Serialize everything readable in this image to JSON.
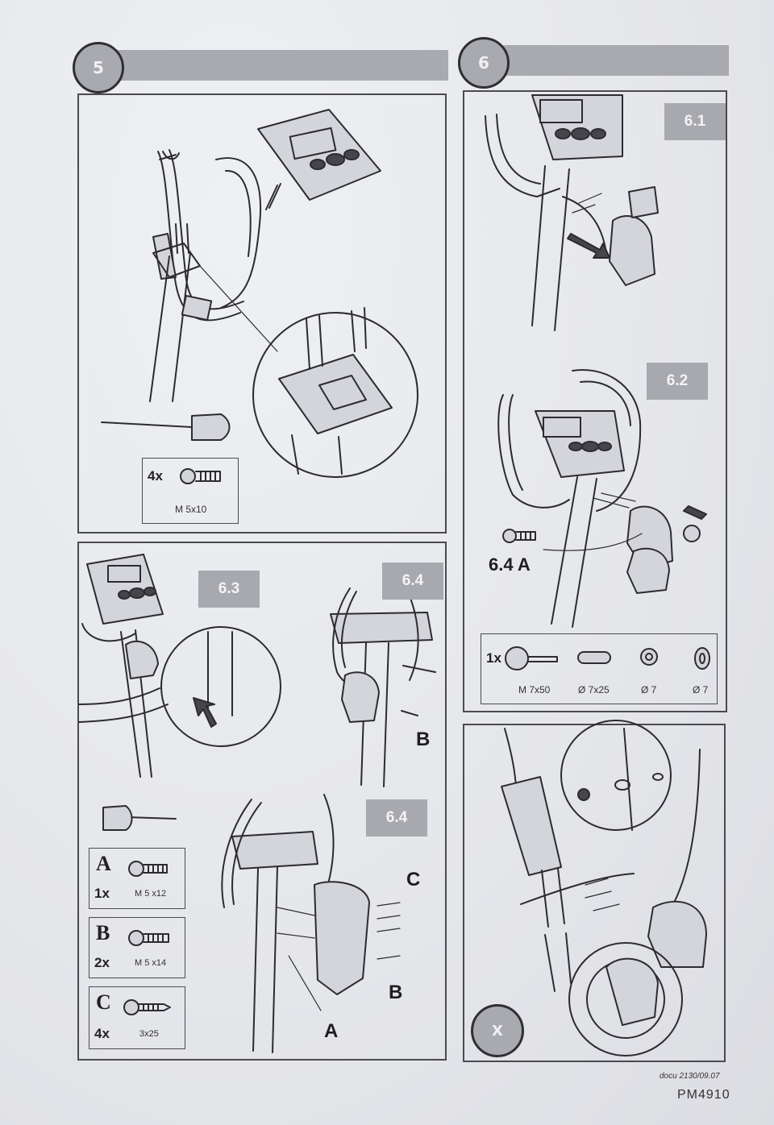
{
  "steps": {
    "five": "5",
    "six": "6",
    "x": "X"
  },
  "tags": {
    "t61": "6.1",
    "t62": "6.2",
    "t63": "6.3",
    "t64a": "6.4",
    "t64b": "6.4"
  },
  "labels": {
    "step64a": "6.4 A",
    "letter_b1": "B",
    "letter_c": "C",
    "letter_b2": "B",
    "letter_a": "A"
  },
  "parts5": {
    "qty": "4x",
    "size": "M 5x10"
  },
  "parts6": {
    "qty": "1x",
    "items": [
      "M 7x50",
      "Ø 7x25",
      "Ø 7",
      "Ø 7"
    ]
  },
  "parts64": [
    {
      "letter": "A",
      "qty": "1x",
      "size": "M 5 x12"
    },
    {
      "letter": "B",
      "qty": "2x",
      "size": "M 5 x14"
    },
    {
      "letter": "C",
      "qty": "4x",
      "size": "3x25"
    }
  ],
  "footer": {
    "docu": "docu 2130/09.07",
    "model": "PM4910"
  }
}
